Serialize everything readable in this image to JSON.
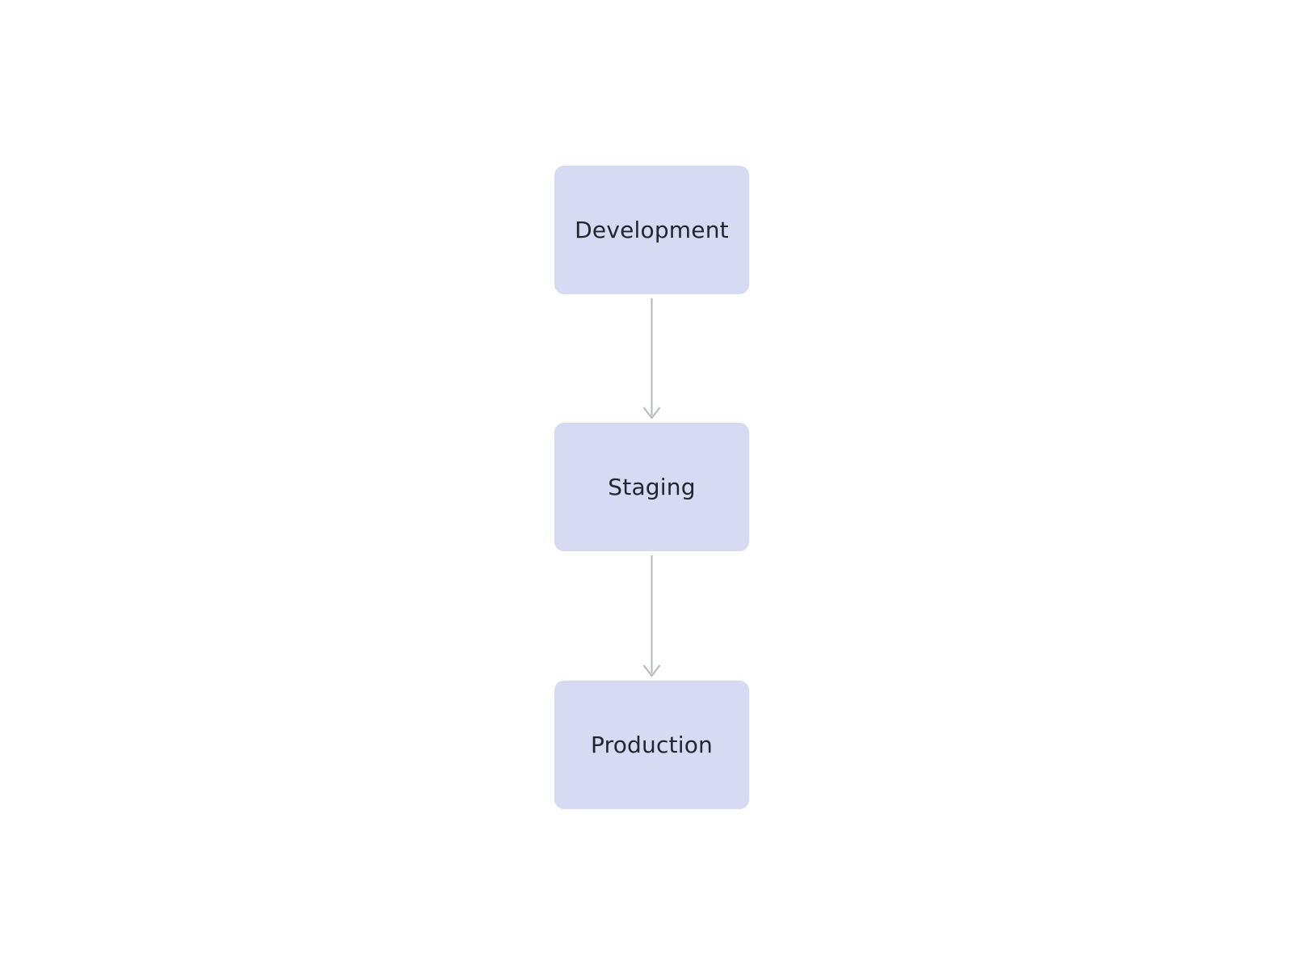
{
  "diagram": {
    "type": "flowchart",
    "direction": "top-to-bottom",
    "nodes": [
      {
        "id": "development",
        "label": "Development"
      },
      {
        "id": "staging",
        "label": "Staging"
      },
      {
        "id": "production",
        "label": "Production"
      }
    ],
    "edges": [
      {
        "from": "development",
        "to": "staging",
        "arrow": "open-chevron-down"
      },
      {
        "from": "staging",
        "to": "production",
        "arrow": "open-chevron-down"
      }
    ],
    "colors": {
      "background": "#ffffff",
      "node_fill": "#d6daf2",
      "node_text": "#22262e",
      "arrow": "#b5b7c0"
    }
  }
}
